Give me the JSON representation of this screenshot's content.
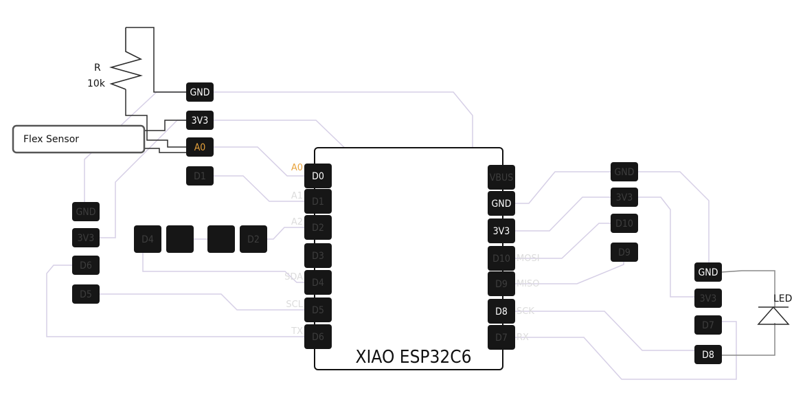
{
  "board": {
    "title": "XIAO ESP32C6",
    "left_pins": [
      "D0",
      "D1",
      "D2",
      "D3",
      "D4",
      "D5",
      "D6"
    ],
    "left_alt_labels": [
      "A0",
      "A1",
      "A2",
      "",
      "SDA",
      "SCL",
      "TX"
    ],
    "right_pins": [
      "VBUS",
      "GND",
      "3V3",
      "D10",
      "D9",
      "D8",
      "D7"
    ],
    "right_alt_labels": [
      "",
      "",
      "",
      "MOSI",
      "MISO",
      "SCK",
      "RX"
    ]
  },
  "flex_sensor": {
    "label": "Flex Sensor",
    "pins": [
      "GND",
      "3V3",
      "A0",
      "D1"
    ]
  },
  "resistor": {
    "name": "R",
    "value": "10k"
  },
  "left_header": {
    "pins": [
      "GND",
      "3V3",
      "D6",
      "D5"
    ]
  },
  "middle_header": {
    "pins": [
      "D4",
      "",
      "",
      "D2"
    ]
  },
  "right_header": {
    "pins": [
      "GND",
      "3V3",
      "D10",
      "D9"
    ]
  },
  "led": {
    "label": "LED",
    "pins": [
      "GND",
      "3V3",
      "D7",
      "D8"
    ]
  },
  "colors": {
    "pin_fill": "#161616",
    "pin_text_active": "#ffffff",
    "pin_text_inactive": "#3e3e3e",
    "analog_highlight": "#e8a33c",
    "wire_faint": "#d6cfe6",
    "wire_dark": "#2b2b2b",
    "board_outline": "#111111"
  }
}
